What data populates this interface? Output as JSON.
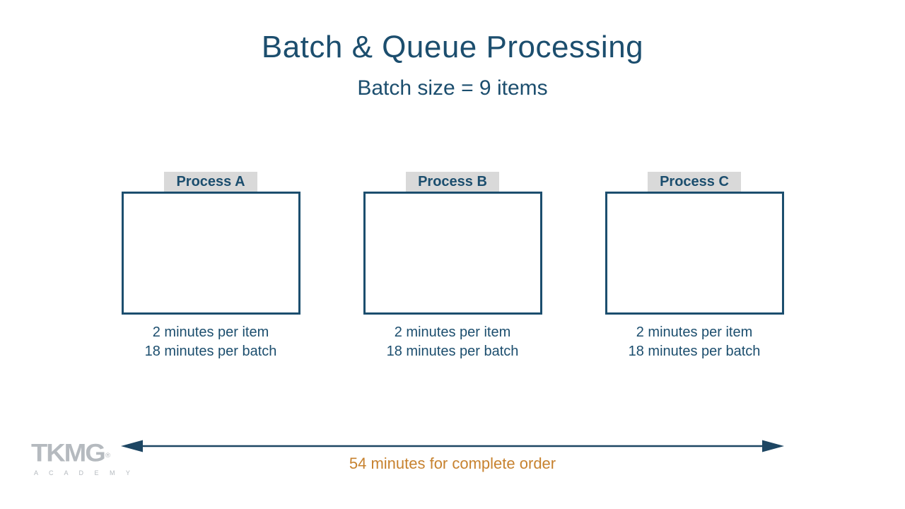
{
  "title": "Batch & Queue Processing",
  "subtitle": "Batch size = 9 items",
  "processes": [
    {
      "label": "Process A",
      "line1": "2 minutes per item",
      "line2": "18 minutes per batch"
    },
    {
      "label": "Process B",
      "line1": "2 minutes per item",
      "line2": "18 minutes per batch"
    },
    {
      "label": "Process C",
      "line1": "2 minutes per item",
      "line2": "18 minutes per batch"
    }
  ],
  "footer": {
    "arrow_label": "54 minutes for complete order"
  },
  "logo": {
    "text": "TKMG",
    "reg": "®",
    "sub": "A C A D E M Y"
  },
  "colors": {
    "dark_blue": "#1c4e6e",
    "arrow_blue": "#1d4663",
    "orange": "#c7822f",
    "label_bg": "#d9d9d9",
    "logo_gray": "#b5babf"
  }
}
